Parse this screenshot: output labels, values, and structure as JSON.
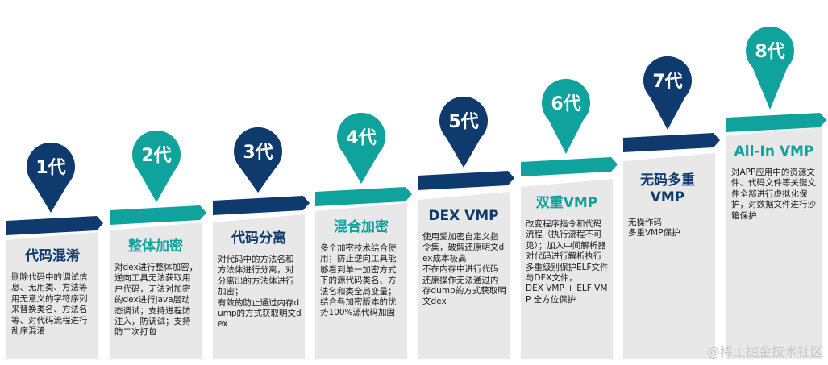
{
  "colors": {
    "navy": "#0e3a6e",
    "teal": "#10a39e",
    "panel": "#e8e8e8",
    "navy_title": "#0e3a6e",
    "teal_title": "#10a39e"
  },
  "generations": [
    {
      "badge": "1代",
      "title": "代码混淆",
      "description": "删除代码中的调试信息、无用类、方法等用无意义的字符序列来替换类名、方法名等、对代码流程进行乱序混淆"
    },
    {
      "badge": "2代",
      "title": "整体加密",
      "description": "对dex进行整体加密，逆向工具无法获取用户代码，无法对加密的dex进行java层动态调试；支持进程防注入，防调试；支持防二次打包"
    },
    {
      "badge": "3代",
      "title": "代码分离",
      "description": "对代码中的方法名和方法体进行分离，对分离出的方法体进行加密；\n有效的防止通过内存dump的方式获取明文dex"
    },
    {
      "badge": "4代",
      "title": "混合加密",
      "description": "多个加密技术结合使用；防止逆向工具能够看到单一加密方式下的源代码类名、方法名和类全局变量；结合各加密版本的优势100%源代码加固"
    },
    {
      "badge": "5代",
      "title": "DEX VMP",
      "description": "使用爱加密自定义指令集，破解还原明文dex成本极高\n不在内存中进行代码还原操作无法通过内存dump的方式获取明文dex"
    },
    {
      "badge": "6代",
      "title": "双重VMP",
      "description": "改变程序指令和代码流程（执行流程不可见）；加入中间解析器对代码进行解析执行\n多重级别保护ELF文件与DEX文件，\nDEX VMP + ELF VMP 全方位保护"
    },
    {
      "badge": "7代",
      "title": "无码多重VMP",
      "description": "无操作码\n多重VMP保护"
    },
    {
      "badge": "8代",
      "title": "All-In VMP",
      "description": "对APP应用中的资源文件、代码文件等关键文件全部进行虚拟化保护，对数据文件进行沙箱保护"
    }
  ],
  "watermark": "@稀土掘金技术社区"
}
